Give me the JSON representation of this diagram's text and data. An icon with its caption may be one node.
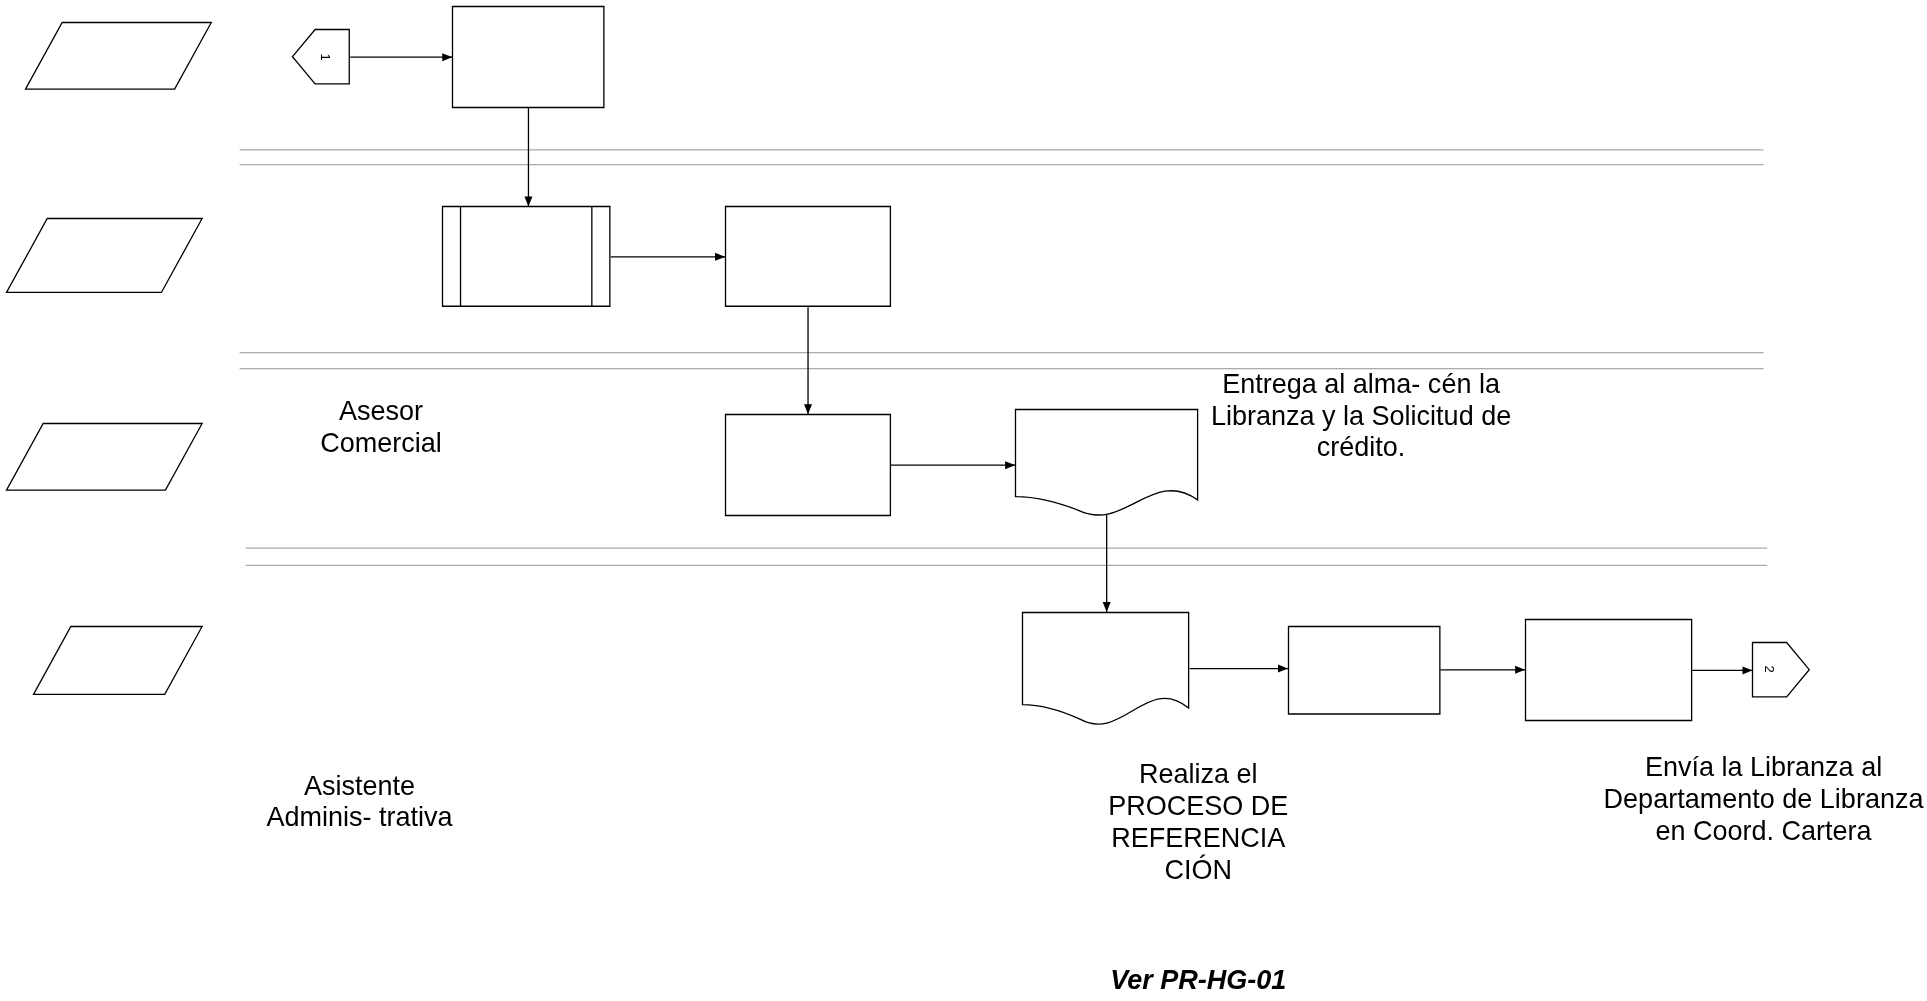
{
  "diagram": {
    "nodes": [
      {
        "text": [],
        "shape": "parallelogram"
      },
      {
        "text": [],
        "shape": "parallelogram"
      },
      {
        "text": [],
        "shape": "parallelogram"
      },
      {
        "text": [],
        "shape": "parallelogram"
      },
      {
        "text": [
          "1"
        ]
      },
      {
        "text": [],
        "shape": "box"
      },
      {
        "text": [],
        "shape": "subroutine"
      },
      {
        "text": [],
        "shape": "box"
      },
      {
        "text": [],
        "shape": "box"
      },
      {
        "text": [],
        "shape": "document",
        "beside": [
          "Entrega al alma- cén la Libranza y la Solicitud de crédito."
        ]
      },
      {
        "text": [],
        "shape": "document",
        "beside": [
          "Realiza el PROCESO DE REFERENCIA CIÓN",
          "Ver PR-HG-01"
        ]
      },
      {
        "text": [],
        "shape": "box"
      },
      {
        "text": [],
        "shape": "box",
        "beside": [
          "Envía la Libranza al Departamento de Libranza en Coord. Cartera"
        ]
      },
      {
        "text": [
          "2"
        ]
      }
    ],
    "edges": [
      {
        "from": 4,
        "to": 5,
        "arrow": "to"
      },
      {
        "from": 5,
        "to": 6,
        "arrow": "to"
      },
      {
        "from": 6,
        "to": 7,
        "arrow": "to"
      },
      {
        "from": 7,
        "to": 8,
        "arrow": "to"
      },
      {
        "from": 8,
        "to": 9,
        "arrow": "to"
      },
      {
        "from": 9,
        "to": 10,
        "arrow": "to"
      },
      {
        "from": 10,
        "to": 11,
        "arrow": "to"
      },
      {
        "from": 11,
        "to": 12,
        "arrow": "to"
      },
      {
        "from": 12,
        "to": 13,
        "arrow": "to"
      }
    ],
    "labels": [
      "Asesor Comercial",
      "Asistente Adminis- trativa"
    ]
  }
}
